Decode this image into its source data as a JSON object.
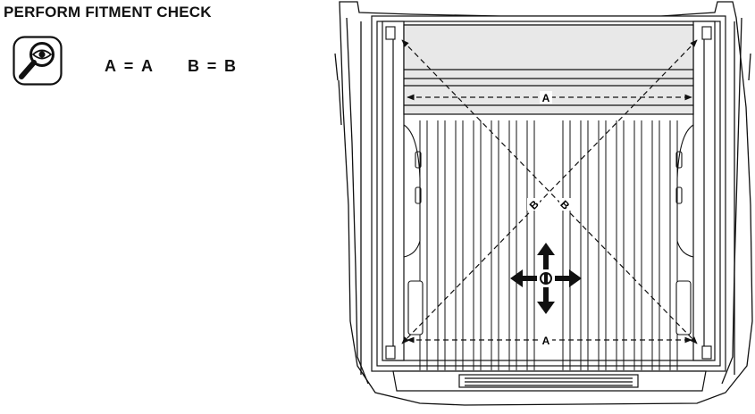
{
  "instruction": {
    "title": "PERFORM FITMENT CHECK",
    "icon": "magnifier-eye-icon",
    "equations": [
      {
        "left": "A",
        "op": "=",
        "right": "A"
      },
      {
        "left": "B",
        "op": "=",
        "right": "B"
      }
    ]
  },
  "diagram": {
    "labels": {
      "top_width": "A",
      "bottom_width": "A",
      "diag_left": "B",
      "diag_right": "B"
    }
  }
}
